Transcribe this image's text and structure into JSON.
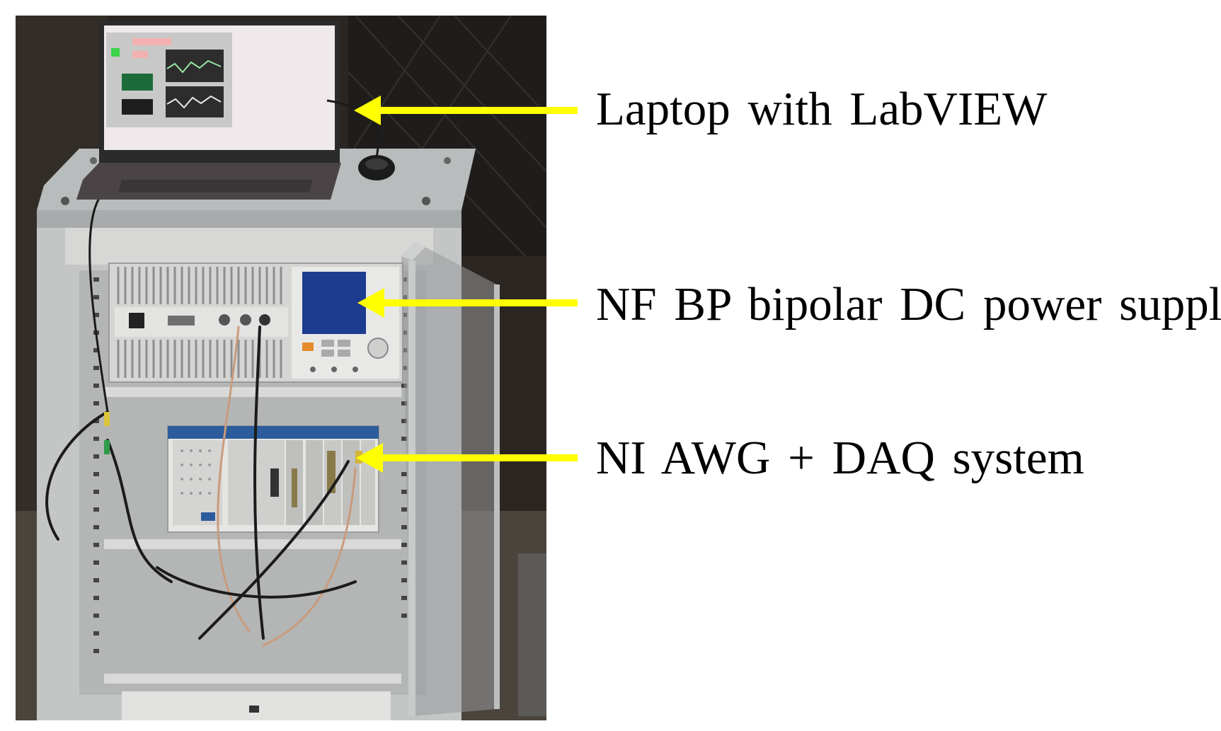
{
  "figure": {
    "photo": {
      "alt_description": "equipment rack photo",
      "objects": [
        "laptop-screen",
        "laptop-keyboard",
        "mouse",
        "rack-cabinet",
        "bipolar-dc-power-supply",
        "pxi-chassis",
        "cables",
        "glass-door"
      ]
    },
    "callouts": [
      {
        "id": "laptop",
        "text": "Laptop with LabVIEW"
      },
      {
        "id": "power",
        "text": "NF BP bipolar DC power supply"
      },
      {
        "id": "ni",
        "text": "NI AWG + DAQ system"
      }
    ],
    "arrow_color": "#ffff00",
    "text_color": "#000000"
  }
}
